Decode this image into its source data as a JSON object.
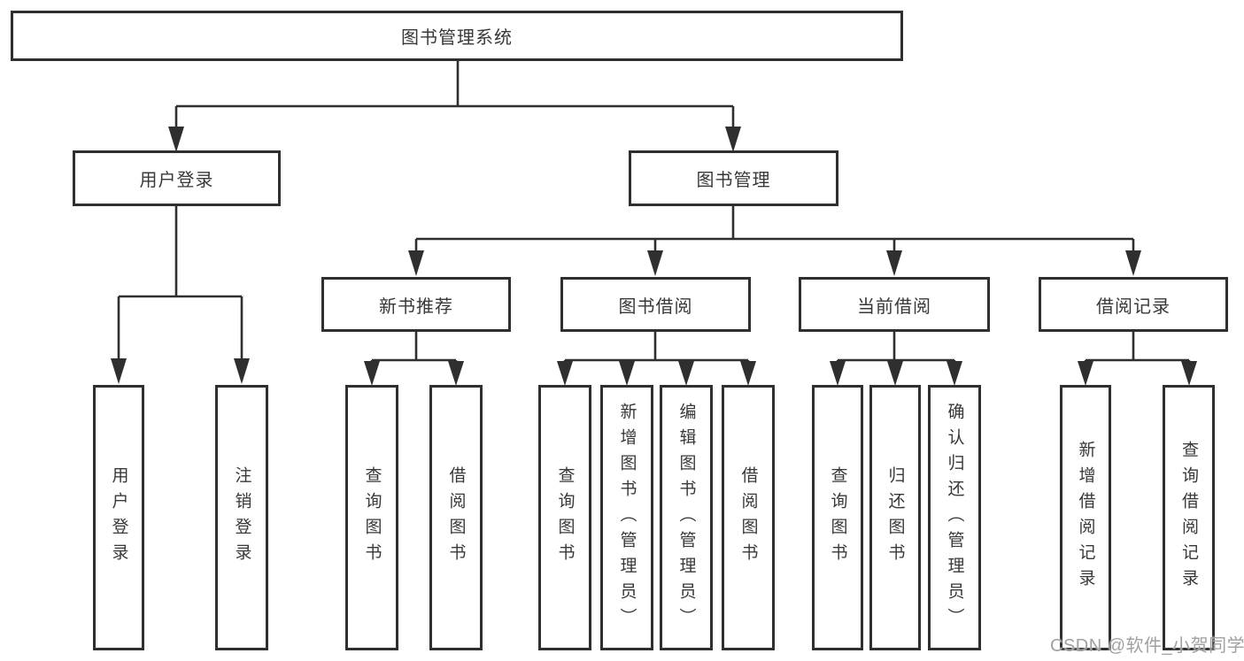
{
  "watermark": {
    "text": "CSDN @软件_小贺同学"
  },
  "colors": {
    "line": "#2f2f2f",
    "text": "#383838",
    "box_bg": "#ffffff",
    "watermark": "#a0a0a0"
  },
  "diagram": {
    "type": "tree",
    "root": {
      "label": "图书管理系统"
    },
    "children": [
      {
        "label": "用户登录",
        "children": [
          {
            "label": "用户登录"
          },
          {
            "label": "注销登录"
          }
        ]
      },
      {
        "label": "图书管理",
        "children": [
          {
            "label": "新书推荐",
            "children": [
              {
                "label": "查询图书"
              },
              {
                "label": "借阅图书"
              }
            ]
          },
          {
            "label": "图书借阅",
            "children": [
              {
                "label": "查询图书"
              },
              {
                "label": "新增图书（管理员）"
              },
              {
                "label": "编辑图书（管理员）"
              },
              {
                "label": "借阅图书"
              }
            ]
          },
          {
            "label": "当前借阅",
            "children": [
              {
                "label": "查询图书"
              },
              {
                "label": "归还图书"
              },
              {
                "label": "确认归还（管理员）"
              }
            ]
          },
          {
            "label": "借阅记录",
            "children": [
              {
                "label": "新增借阅记录"
              },
              {
                "label": "查询借阅记录"
              }
            ]
          }
        ]
      }
    ]
  }
}
